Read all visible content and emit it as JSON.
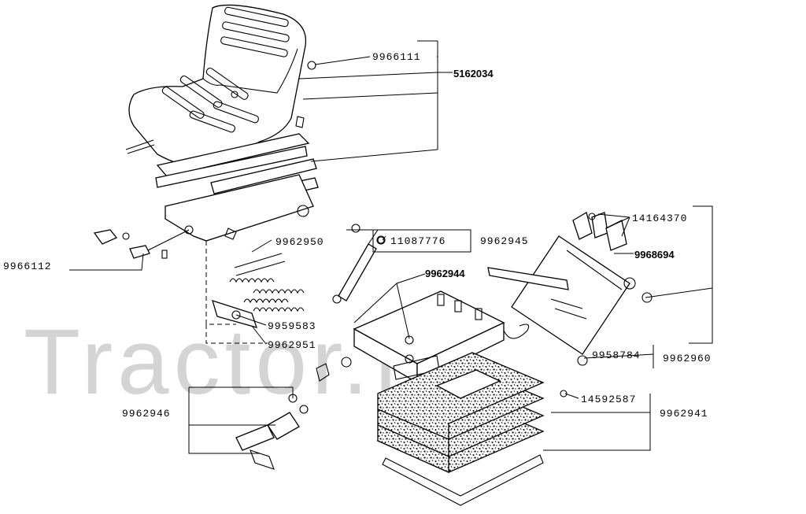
{
  "watermark": "Tractor.IT",
  "part_numbers": {
    "p9966111": "9966111",
    "p5162034": "5162034",
    "p14164370": "14164370",
    "p9962950": "9962950",
    "p11087776": "11087776",
    "p9962945": "9962945",
    "p9968694": "9968694",
    "p9966112": "9966112",
    "p9962944": "9962944",
    "p9959583": "9959583",
    "p9962951": "9962951",
    "p9958784": "9958784",
    "p9962960": "9962960",
    "p14592587": "14592587",
    "p9962946": "9962946",
    "p9962941": "9962941"
  }
}
